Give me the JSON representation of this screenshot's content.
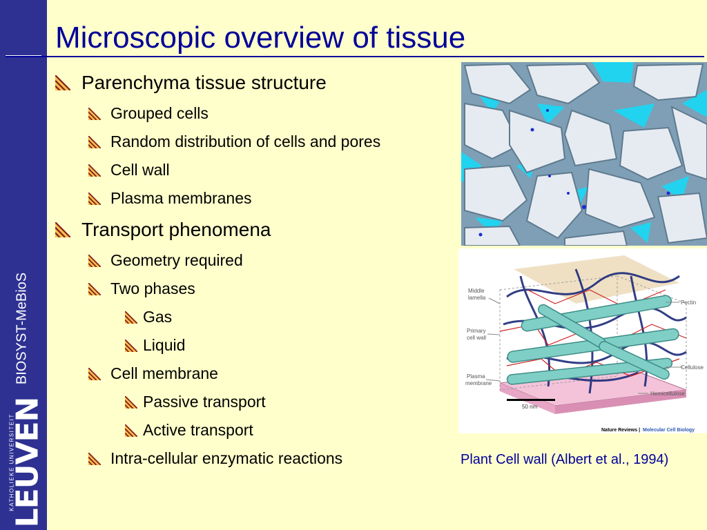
{
  "slide": {
    "title": "Microscopic overview of tissue",
    "sidebar_label": "BIOSYST-MeBioS",
    "logo": {
      "university_line": "KATHOLIEKE UNIVERSITEIT",
      "name": "LEUVEN"
    }
  },
  "bullets": [
    {
      "text": "Parenchyma tissue structure"
    },
    {
      "text": "Grouped cells"
    },
    {
      "text": "Random distribution of cells and pores"
    },
    {
      "text": "Cell wall"
    },
    {
      "text": "Plasma membranes"
    },
    {
      "text": "Transport phenomena"
    },
    {
      "text": "Geometry required"
    },
    {
      "text": "Two phases"
    },
    {
      "text": "Gas"
    },
    {
      "text": "Liquid"
    },
    {
      "text": "Cell membrane"
    },
    {
      "text": "Passive transport"
    },
    {
      "text": "Active transport"
    },
    {
      "text": "Intra-cellular enzymatic reactions"
    }
  ],
  "diagram": {
    "labels": {
      "middle_lamella": [
        "Middle",
        "lamella"
      ],
      "primary_cell_wall": [
        "Primary",
        "cell wall"
      ],
      "plasma_membrane": [
        "Plasma",
        "membrane"
      ],
      "pectin": "Pectin",
      "cellulose": "Cellulose",
      "hemicellulose": "Hemicellulose",
      "scale_bar": "50 nm"
    },
    "credit": {
      "part1": "Nature Reviews |",
      "part2": "Molecular Cell Biology"
    }
  },
  "caption": "Plant Cell wall (Albert et al., 1994)",
  "colors": {
    "background": "#FFFFCC",
    "sidebar": "#2E3192",
    "title": "#000099",
    "bullet_marker": "#8B1A1A",
    "caption": "#000099"
  }
}
